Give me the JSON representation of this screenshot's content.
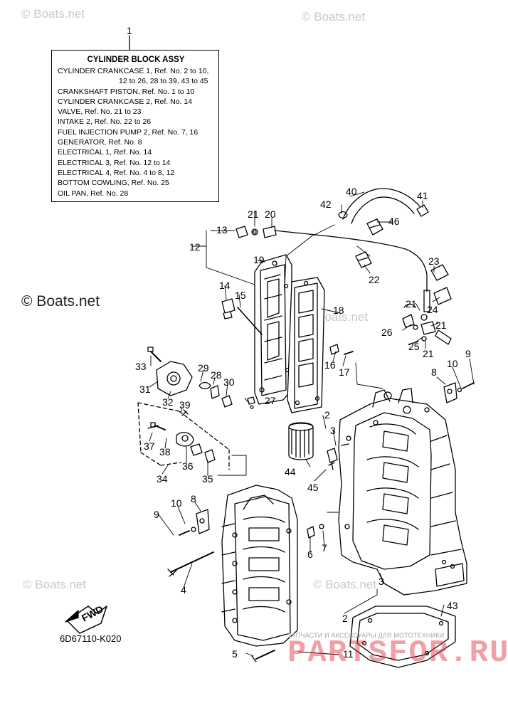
{
  "legend": {
    "callout": "1",
    "title": "CYLINDER BLOCK ASSY",
    "lines": [
      "CYLINDER CRANKCASE 1,  Ref. No. 2 to 10,",
      "12 to 26, 28 to 39, 43 to 45",
      "CRANKSHAFT PISTON,  Ref. No. 1 to 10",
      "CYLINDER CRANKCASE 2,  Ref. No. 14",
      "VALVE,  Ref. No. 21 to 23",
      "INTAKE 2,  Ref. No. 22 to 26",
      "FUEL INJECTION PUMP 2,  Ref. No. 7, 16",
      "GENERATOR,  Ref. No. 8",
      "ELECTRICAL 1,  Ref. No. 14",
      "ELECTRICAL 3,  Ref. No. 12 to 14",
      "ELECTRICAL 4,  Ref. No. 4 to 8, 12",
      "BOTTOM COWLING,  Ref. No. 25",
      "OIL PAN,  Ref. No. 28"
    ]
  },
  "callouts": {
    "c2": "2",
    "c3": "3",
    "c4": "4",
    "c5": "5",
    "c6": "6",
    "c7": "7",
    "c8": "8",
    "c9": "9",
    "c10": "10",
    "c11": "11",
    "c12": "12",
    "c13": "13",
    "c14": "14",
    "c15": "15",
    "c16": "16",
    "c17": "17",
    "c18": "18",
    "c19": "19",
    "c20": "20",
    "c21": "21",
    "c22": "22",
    "c23": "23",
    "c24": "24",
    "c25": "25",
    "c26": "26",
    "c27": "27",
    "c28": "28",
    "c29": "29",
    "c30": "30",
    "c31": "31",
    "c32": "32",
    "c33": "33",
    "c34": "34",
    "c35": "35",
    "c36": "36",
    "c37": "37",
    "c38": "38",
    "c39": "39",
    "c40": "40",
    "c41": "41",
    "c42": "42",
    "c43": "43",
    "c44": "44",
    "c45": "45",
    "c46": "46"
  },
  "fwd_label": "FWD",
  "drawing_code": "6D67110-K020",
  "watermarks": {
    "boats": "© Boats.net",
    "side": "© Boats.net"
  },
  "brand": {
    "tagline": "ЗАПЧАСТИ И АКСЕССУАРЫ ДЛЯ МОТОТЕХНИКИ",
    "name": "PARTSFOR",
    "suffix": ".RU"
  },
  "colors": {
    "line": "#000000",
    "watermark": "#c9c9c9",
    "brand_red": "#e12d37"
  }
}
